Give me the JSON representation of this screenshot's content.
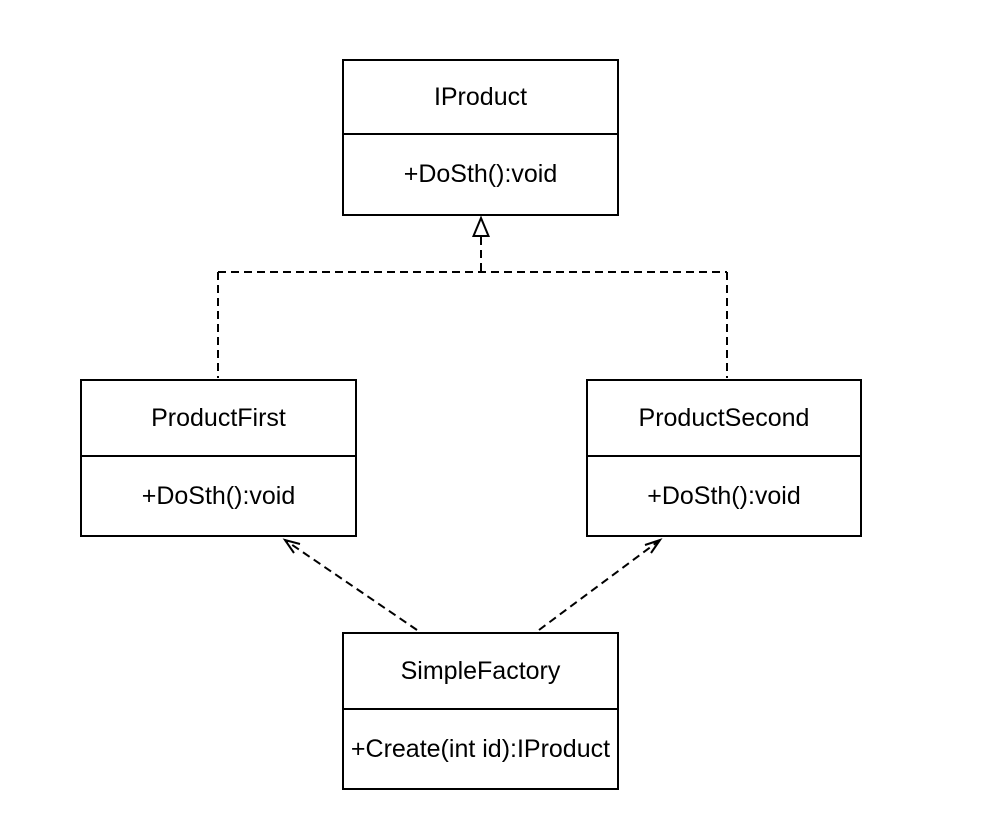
{
  "diagram": {
    "type": "uml-class-diagram",
    "classes": [
      {
        "name": "IProduct",
        "method": "+DoSth():void"
      },
      {
        "name": "ProductFirst",
        "method": "+DoSth():void"
      },
      {
        "name": "ProductSecond",
        "method": "+DoSth():void"
      },
      {
        "name": "SimpleFactory",
        "method": "+Create(int id):IProduct"
      }
    ],
    "relationships": [
      {
        "from": "ProductFirst",
        "to": "IProduct",
        "type": "realization",
        "line": "dashed",
        "arrowhead": "hollow-triangle"
      },
      {
        "from": "ProductSecond",
        "to": "IProduct",
        "type": "realization",
        "line": "dashed",
        "arrowhead": "hollow-triangle"
      },
      {
        "from": "SimpleFactory",
        "to": "ProductFirst",
        "type": "dependency",
        "line": "dashed",
        "arrowhead": "open"
      },
      {
        "from": "SimpleFactory",
        "to": "ProductSecond",
        "type": "dependency",
        "line": "dashed",
        "arrowhead": "open"
      }
    ],
    "colors": {
      "stroke": "#000000",
      "background": "#ffffff"
    }
  }
}
